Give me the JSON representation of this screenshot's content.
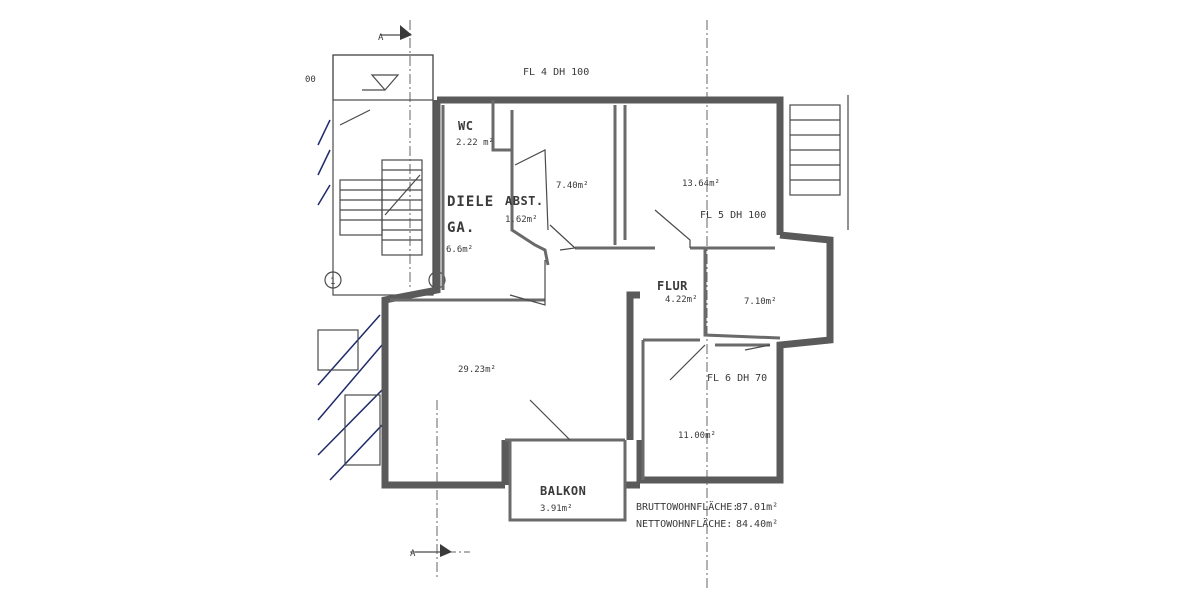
{
  "plan": {
    "rooms": {
      "wc": {
        "name": "WC",
        "area": "2.22 m²"
      },
      "abst": {
        "name": "ABST.",
        "area": "1.62m²"
      },
      "diele": {
        "name_line1": "DIELE",
        "name_line2": "GA.",
        "area": "6.6m²"
      },
      "room_top_small": {
        "area": "7.40m²"
      },
      "room_top_large": {
        "area": "13.64m²"
      },
      "flur": {
        "name": "FLUR",
        "area": "4.22m²"
      },
      "room_right_small": {
        "area": "7.10m²"
      },
      "living": {
        "area": "29.23m²"
      },
      "room_bottom_right": {
        "area": "11.00m²"
      },
      "balkon": {
        "name": "BALKON",
        "area": "3.91m²"
      }
    },
    "window_notes": {
      "fl4": "FL 4 DH 100",
      "fl5": "FL 5 DH 100",
      "fl6": "FL 6 DH 70"
    },
    "axis_markers": {
      "one": "1",
      "two": "2",
      "section": "A"
    },
    "totals": {
      "brutto_label": "BRUTTOWOHNFLÄCHE:",
      "brutto_value": "87.01m²",
      "netto_label": "NETTOWOHNFLÄCHE:",
      "netto_value": "84.40m²"
    },
    "edge_text": "00"
  }
}
